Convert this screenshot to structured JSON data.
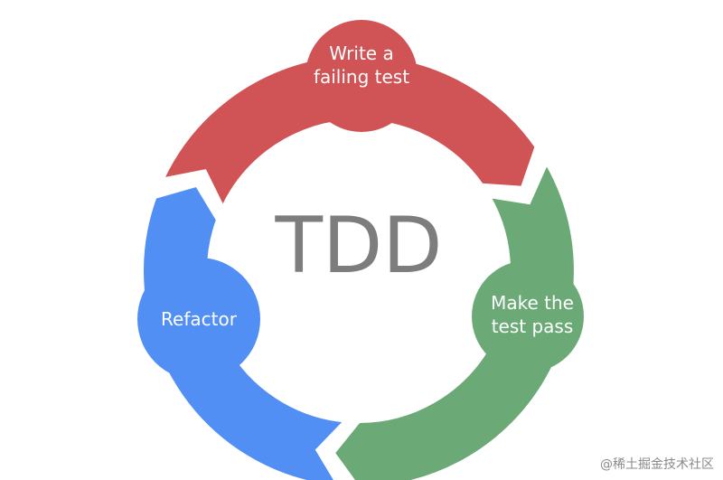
{
  "diagram": {
    "center": "TDD",
    "steps": [
      {
        "lines": [
          "Write a",
          "failing test"
        ],
        "color": "#d05455"
      },
      {
        "lines": [
          "Make the",
          "test pass"
        ],
        "color": "#6baa76"
      },
      {
        "lines": [
          "Refactor"
        ],
        "color": "#528ff4"
      }
    ]
  },
  "watermark": "@稀土掘金技术社区"
}
